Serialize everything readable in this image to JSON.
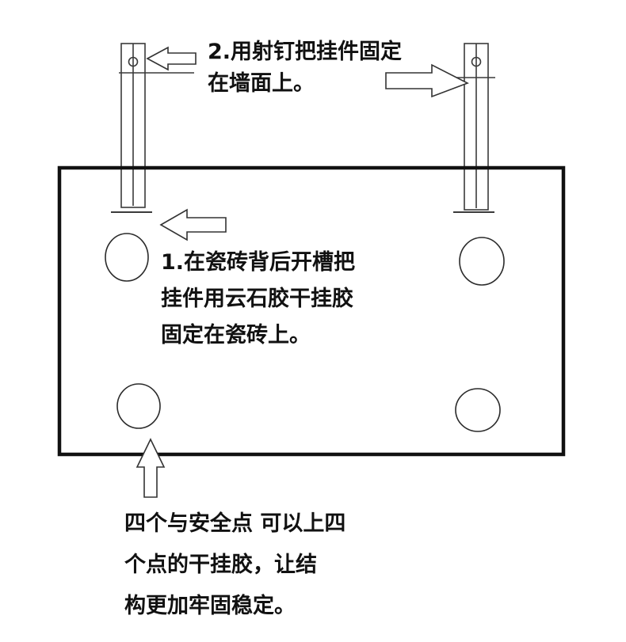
{
  "notes": {
    "step2": [
      "2.用射钉把挂件固定",
      "在墙面上。"
    ],
    "step1": [
      "1.在瓷砖背后开槽把",
      "挂件用云石胶干挂胶",
      "固定在瓷砖上。"
    ],
    "safety": [
      "四个与安全点 可以上四",
      "个点的干挂胶，让结",
      "构更加牢固稳定。"
    ]
  },
  "colors": {
    "line": "#1a1a1a",
    "tile_border": "#111111",
    "background": "#ffffff"
  }
}
